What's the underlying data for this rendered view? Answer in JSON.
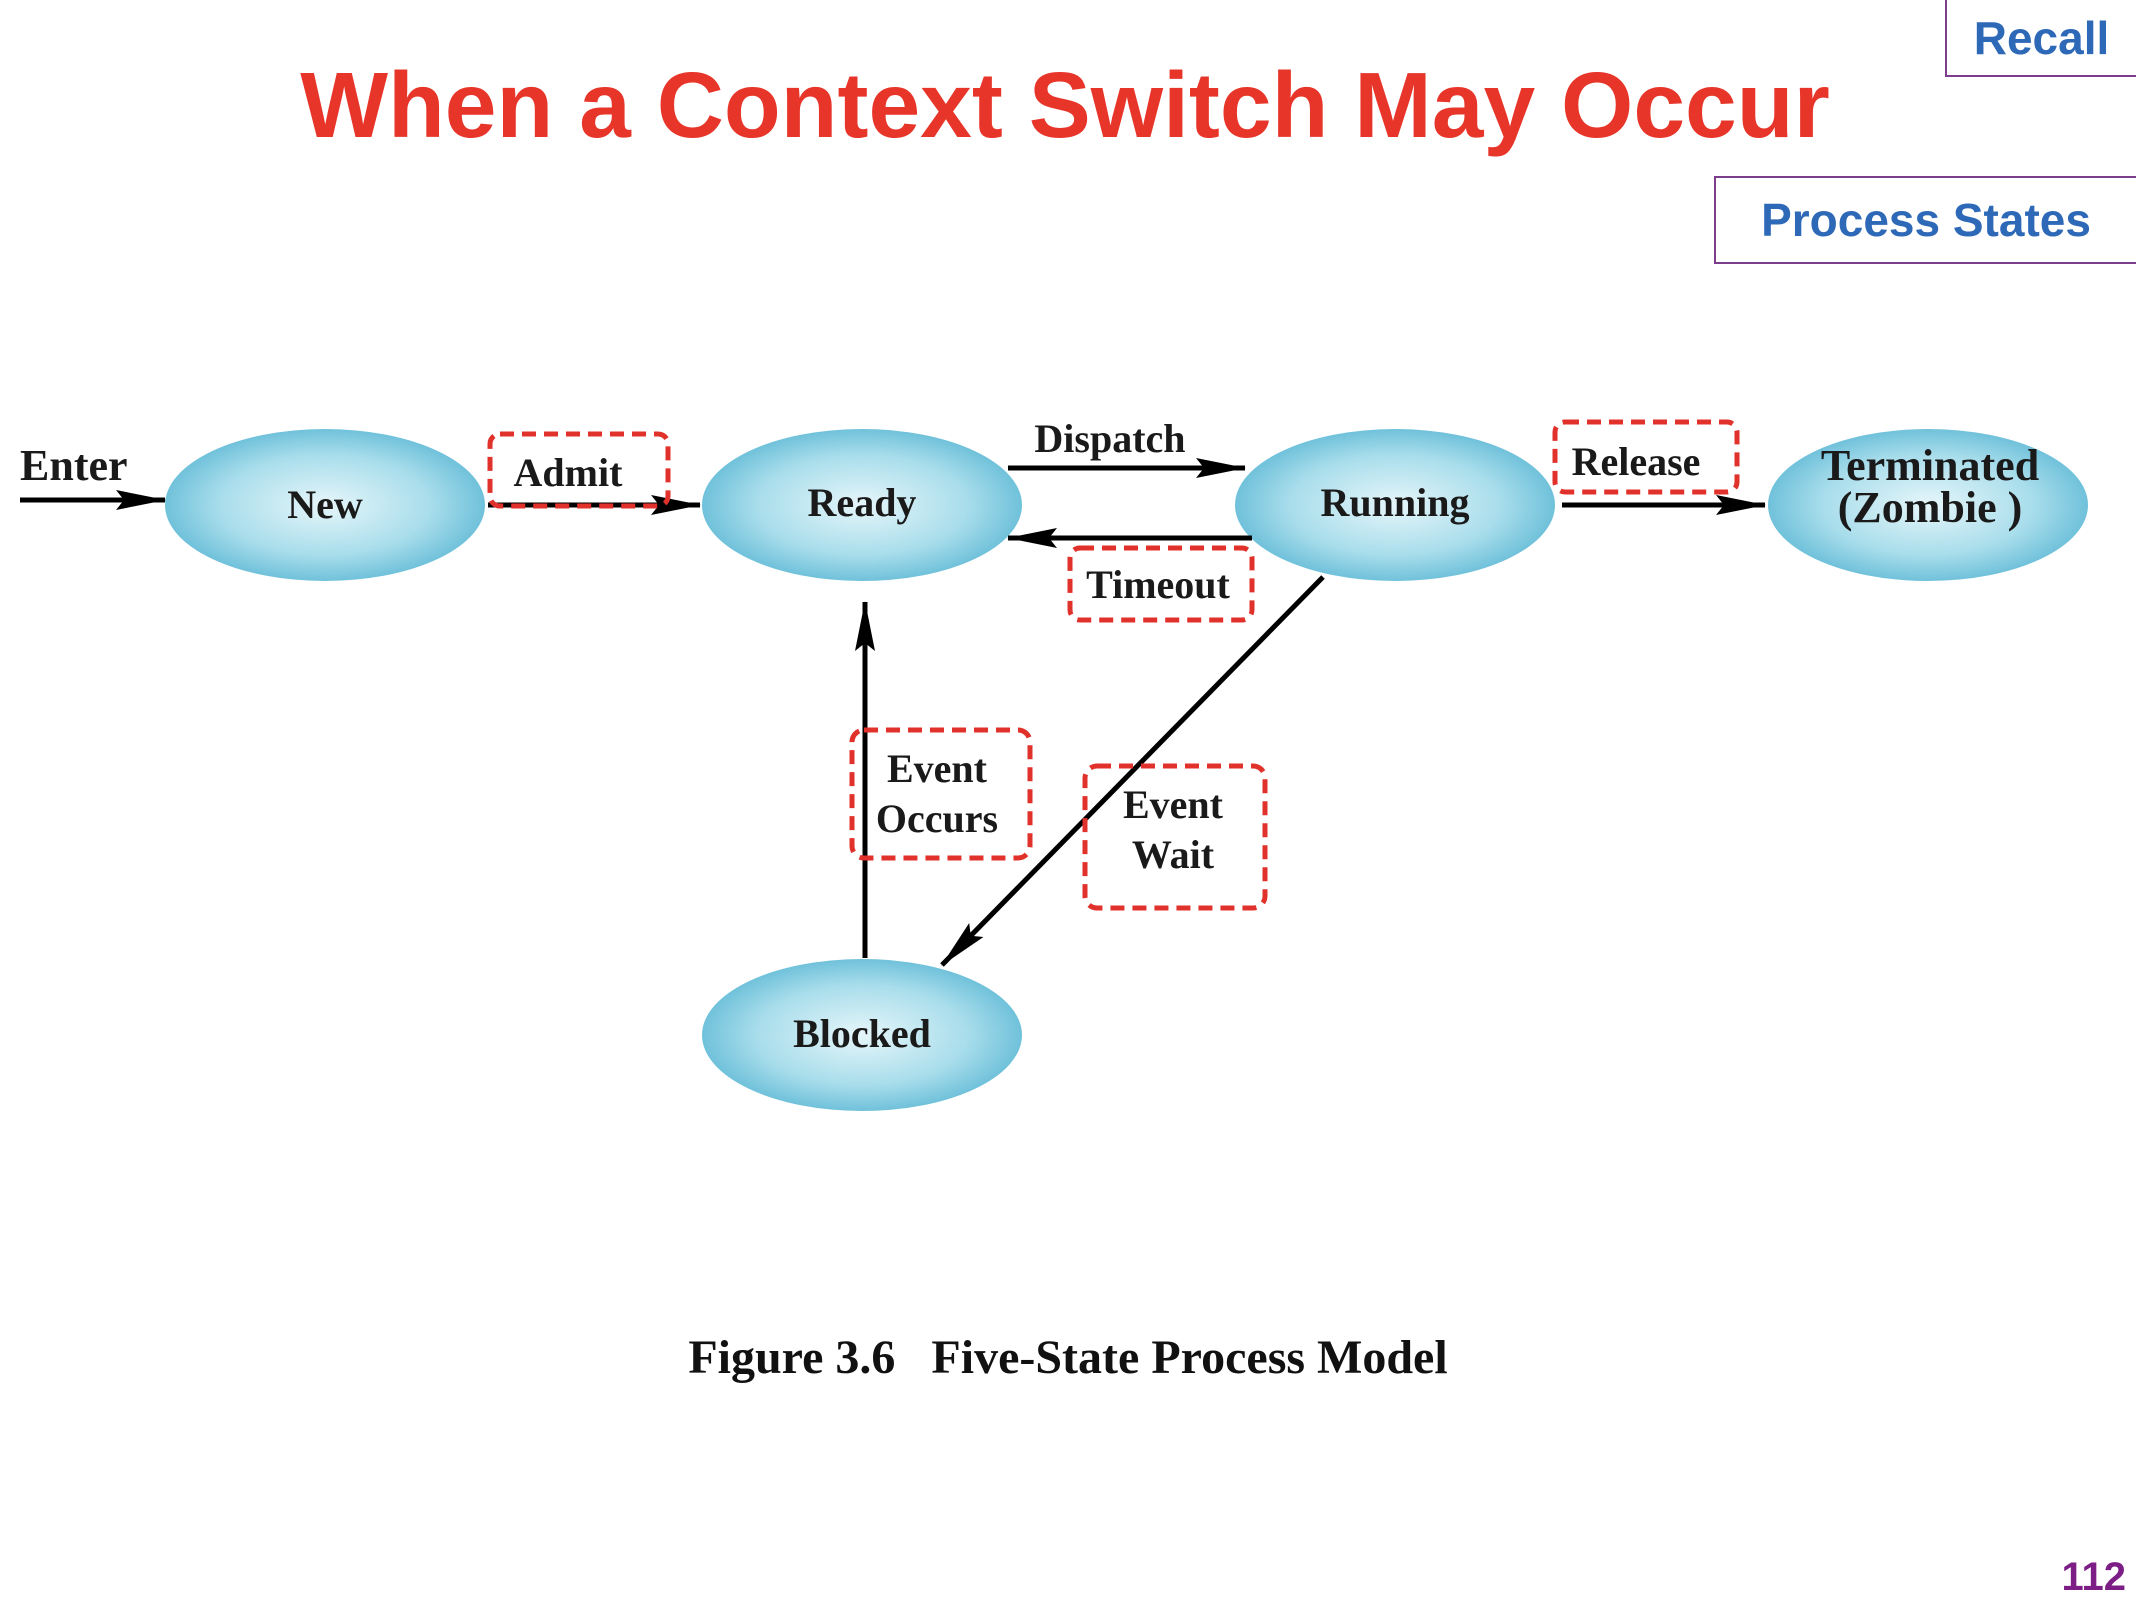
{
  "title": "When a Context Switch May Occur",
  "tags": {
    "recall": "Recall",
    "process_states": "Process States"
  },
  "page_number": "112",
  "colors": {
    "title": "#E8352A",
    "tag_text": "#2E69B8",
    "tag_border": "#7D3C8C",
    "state_fill_edge": "#5BB8D6",
    "state_fill_center": "#E6F6FA",
    "highlight_box": "#E0322B"
  },
  "diagram": {
    "enter_label": "Enter",
    "states": {
      "new": "New",
      "ready": "Ready",
      "running": "Running",
      "blocked": "Blocked",
      "terminated_line1": "Terminated",
      "terminated_line2": "(Zombie )"
    },
    "transitions": {
      "admit": "Admit",
      "dispatch": "Dispatch",
      "timeout": "Timeout",
      "release": "Release",
      "event_occurs_line1": "Event",
      "event_occurs_line2": "Occurs",
      "event_wait_line1": "Event",
      "event_wait_line2": "Wait"
    },
    "caption": "Figure 3.6   Five-State Process Model"
  }
}
